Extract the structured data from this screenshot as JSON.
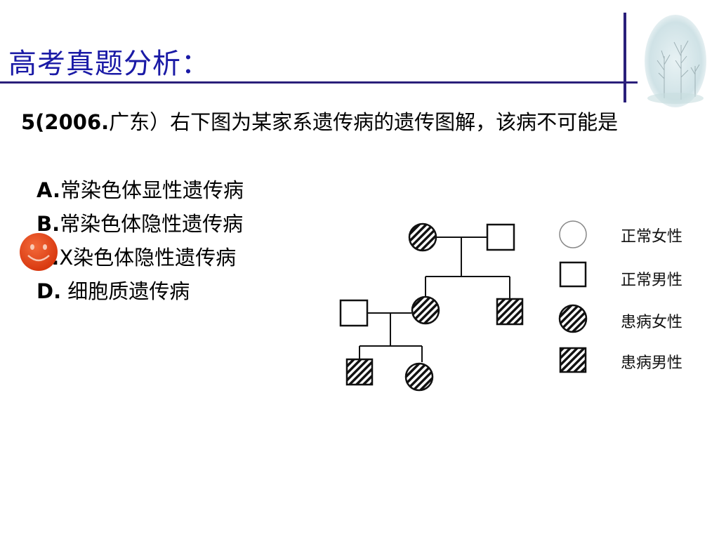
{
  "slide": {
    "title": "高考真题分析："
  },
  "question": {
    "number": "5(2006.",
    "stem_rest": "广东）右下图为某家系遗传病的遗传图解，该病不可能是"
  },
  "options": [
    {
      "letter": "A.",
      "text": "常染色体显性遗传病"
    },
    {
      "letter": "B.",
      "text": "常染色体隐性遗传病"
    },
    {
      "letter": "C.",
      "text": "X染色体隐性遗传病",
      "selected": true
    },
    {
      "letter": "D.",
      "text": "  细胞质遗传病"
    }
  ],
  "legend": {
    "items": [
      {
        "symbol": "open-circle",
        "label": "正常女性"
      },
      {
        "symbol": "open-square",
        "label": "正常男性"
      },
      {
        "symbol": "hatched-circle",
        "label": "患病女性"
      },
      {
        "symbol": "hatched-square",
        "label": "患病男性"
      }
    ]
  },
  "colors": {
    "title": "#1a1aa6",
    "rule": "#2a1f7a",
    "smiley": "#e34a1c"
  }
}
